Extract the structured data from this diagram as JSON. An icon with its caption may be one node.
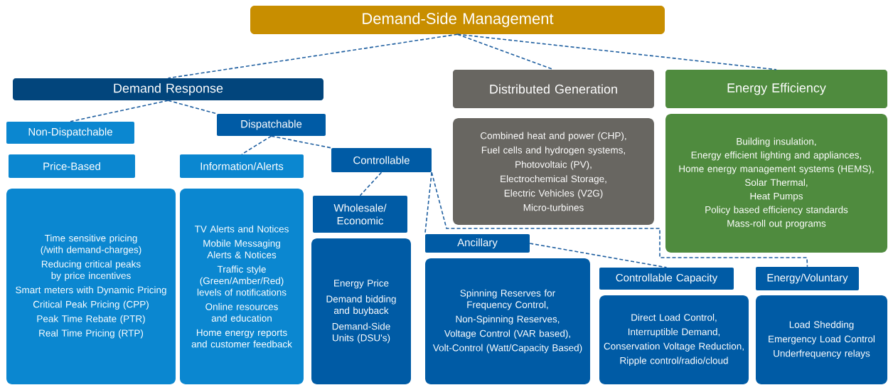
{
  "diagram": {
    "nodes": [
      {
        "text": [
          "Demand-Side Management"
        ]
      },
      {
        "text": [
          "Demand Response"
        ]
      },
      {
        "text": [
          "Distributed Generation"
        ]
      },
      {
        "text": [
          "Energy Efficiency"
        ]
      },
      {
        "text": [
          "Non-Dispatchable"
        ]
      },
      {
        "text": [
          "Dispatchable"
        ]
      },
      {
        "text": [
          "Price-Based"
        ]
      },
      {
        "text": [
          "Information/Alerts"
        ]
      },
      {
        "text": [
          "Controllable"
        ]
      },
      {
        "text": [
          "Combined heat and power (CHP),",
          "Fuel cells and hydrogen systems,",
          "Photovoltaic (PV),",
          "Electrochemical Storage,",
          "Electric Vehicles (V2G)",
          "Micro-turbines"
        ]
      },
      {
        "text": [
          "Building insulation,",
          "Energy efficient lighting and appliances,",
          "Home energy management systems (HEMS),",
          "Solar Thermal,",
          "Heat Pumps",
          "Policy based efficiency standards",
          "Mass-roll out programs"
        ]
      },
      {
        "text": [
          "Wholesale/ Economic"
        ]
      },
      {
        "text": [
          "Ancillary"
        ]
      },
      {
        "text": [
          "Time sensitive pricing (/with demand-charges)",
          "Reducing critical peaks by price incentives",
          "Smart meters with Dynamic Pricing",
          "Critical Peak Pricing (CPP)",
          "Peak Time Rebate (PTR)",
          "Real Time Pricing (RTP)"
        ]
      },
      {
        "text": [
          "TV Alerts and Notices",
          "Mobile Messaging Alerts & Notices",
          "Traffic style (Green/Amber/Red) levels of notifications",
          "Online resources and education",
          "Home energy reports and customer feedback"
        ]
      },
      {
        "text": [
          "Energy Price",
          "Demand bidding and buyback",
          "Demand-Side Units (DSU's)"
        ]
      },
      {
        "text": [
          "Spinning Reserves for Frequency Control,",
          "Non-Spinning Reserves,",
          "Voltage Control (VAR based),",
          "Volt-Control (Watt/Capacity Based)"
        ]
      },
      {
        "text": [
          "Controllable Capacity"
        ]
      },
      {
        "text": [
          "Energy/Voluntary"
        ]
      },
      {
        "text": [
          "Direct Load Control,",
          "Interruptible Demand,",
          "Conservation Voltage Reduction,",
          "Ripple control/radio/cloud"
        ]
      },
      {
        "text": [
          "Load Shedding",
          "Emergency Load Control",
          "Underfrequency relays"
        ]
      }
    ],
    "edges": [
      {
        "from": 0,
        "to": 1,
        "arrow": "none"
      },
      {
        "from": 0,
        "to": 2,
        "arrow": "none"
      },
      {
        "from": 0,
        "to": 3,
        "arrow": "none"
      },
      {
        "from": 1,
        "to": 4,
        "arrow": "none"
      },
      {
        "from": 1,
        "to": 5,
        "arrow": "none"
      },
      {
        "from": 5,
        "to": 7,
        "arrow": "none"
      },
      {
        "from": 5,
        "to": 8,
        "arrow": "none"
      },
      {
        "from": 8,
        "to": 11,
        "arrow": "none"
      },
      {
        "from": 8,
        "to": 12,
        "arrow": "none"
      },
      {
        "from": 12,
        "to": 17,
        "arrow": "none"
      },
      {
        "from": 8,
        "to": 18,
        "arrow": "none"
      }
    ]
  }
}
